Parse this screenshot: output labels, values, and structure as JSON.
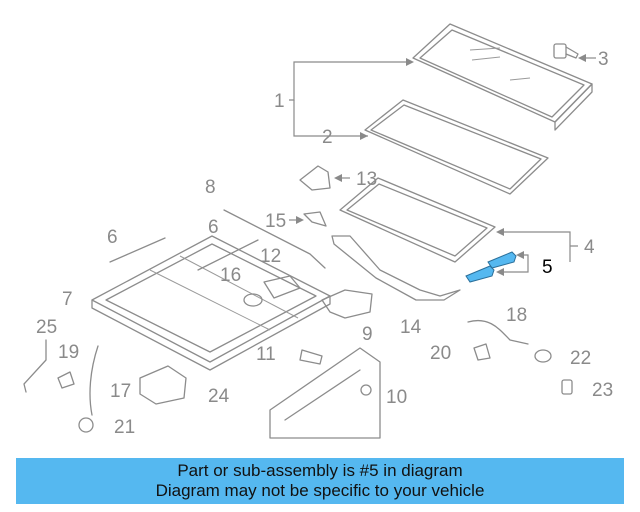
{
  "callouts": {
    "c1": "1",
    "c2": "2",
    "c3": "3",
    "c4": "4",
    "c5": "5",
    "c6a": "6",
    "c6b": "6",
    "c7": "7",
    "c8": "8",
    "c9": "9",
    "c10": "10",
    "c11": "11",
    "c12": "12",
    "c13": "13",
    "c14": "14",
    "c15": "15",
    "c16": "16",
    "c17": "17",
    "c18": "18",
    "c19": "19",
    "c20": "20",
    "c21": "21",
    "c22": "22",
    "c23": "23",
    "c24": "24",
    "c25": "25"
  },
  "highlight": {
    "part_number": "5",
    "color": "#55b8f0"
  },
  "banner": {
    "line1": "Part or sub-assembly is #5 in diagram",
    "line2": "Diagram may not be specific to your vehicle",
    "background": "#55b8f0"
  }
}
